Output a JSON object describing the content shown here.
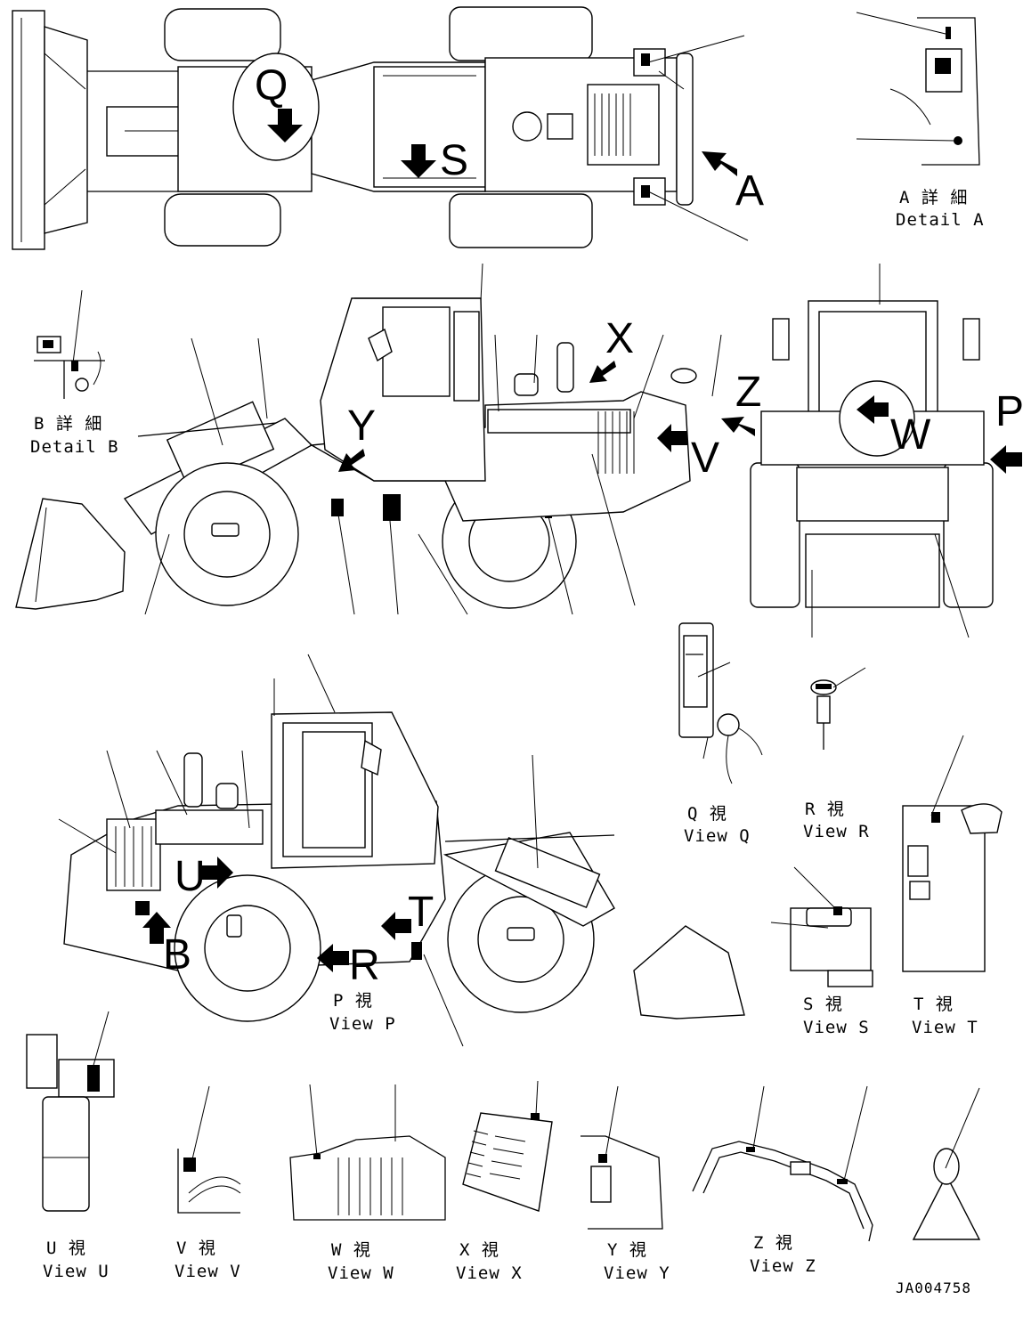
{
  "drawing_id": "JA004758",
  "callouts": {
    "Q": "Q",
    "S": "S",
    "A": "A",
    "X": "X",
    "Y": "Y",
    "Z": "Z",
    "V": "V",
    "W": "W",
    "P": "P",
    "U": "U",
    "B": "B",
    "T": "T",
    "R": "R"
  },
  "captions": {
    "detail_a": {
      "jp": "A 詳 細",
      "en": "Detail A"
    },
    "detail_b": {
      "jp": "B 詳 細",
      "en": "Detail B"
    },
    "view_q": {
      "jp": "Q 視",
      "en": "View Q"
    },
    "view_r": {
      "jp": "R 視",
      "en": "View R"
    },
    "view_p": {
      "jp": "P 視",
      "en": "View P"
    },
    "view_s": {
      "jp": "S 視",
      "en": "View S"
    },
    "view_t": {
      "jp": "T 視",
      "en": "View T"
    },
    "view_u": {
      "jp": "U 視",
      "en": "View U"
    },
    "view_v": {
      "jp": "V 視",
      "en": "View V"
    },
    "view_w": {
      "jp": "W 視",
      "en": "View W"
    },
    "view_x": {
      "jp": "X 視",
      "en": "View X"
    },
    "view_y": {
      "jp": "Y 視",
      "en": "View Y"
    },
    "view_z": {
      "jp": "Z 視",
      "en": "View Z"
    }
  }
}
